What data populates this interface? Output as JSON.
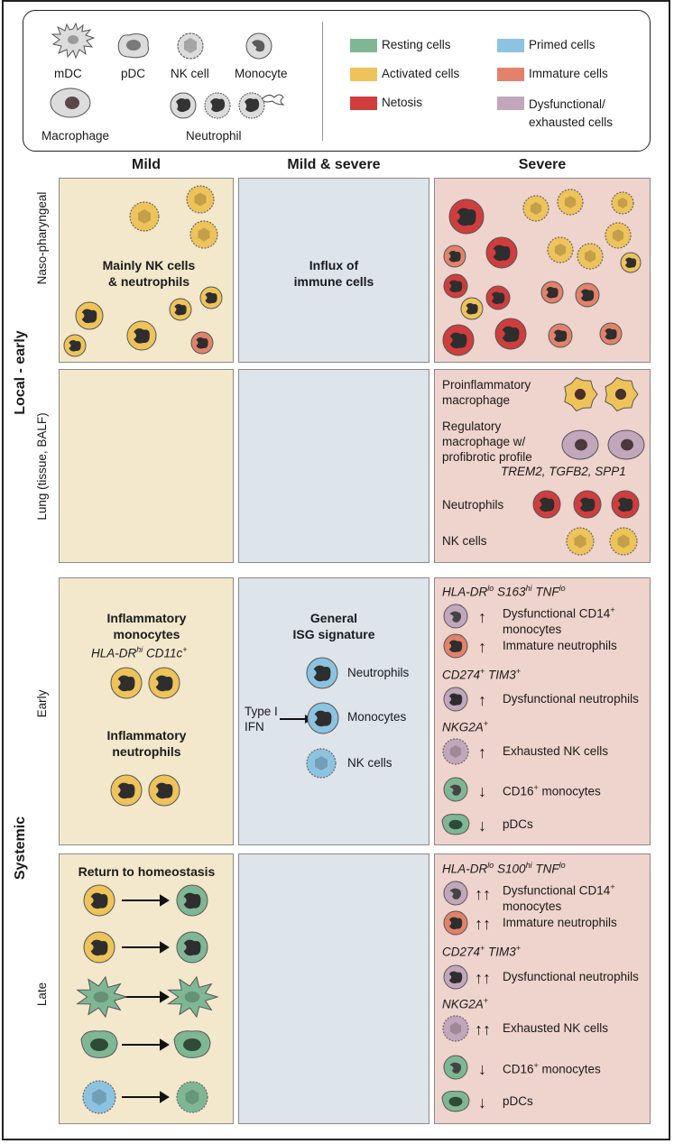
{
  "legend": {
    "cell_types": [
      "mDC",
      "pDC",
      "NK cell",
      "Monocyte",
      "Macrophage",
      "Neutrophil"
    ],
    "states": [
      {
        "label": "Resting cells",
        "color": "#7fb795"
      },
      {
        "label": "Primed cells",
        "color": "#8cc3e0"
      },
      {
        "label": "Activated cells",
        "color": "#eec35a"
      },
      {
        "label": "Immature cells",
        "color": "#e2826a"
      },
      {
        "label": "Netosis",
        "color": "#cf3d3d"
      },
      {
        "label": "Dysfunctional/\nexhausted cells",
        "color": "#c2a7bc"
      }
    ]
  },
  "columns": {
    "mild": "Mild",
    "both": "Mild & severe",
    "severe": "Severe"
  },
  "rows": {
    "local": "Local - early",
    "nasopharyngeal": "Naso-pharyngeal",
    "lung": "Lung (tissue, BALF)",
    "systemic": "Systemic",
    "early": "Early",
    "late": "Late"
  },
  "naso": {
    "mild_text": "Mainly NK cells\n& neutrophils",
    "both_text": "Influx of\nimmune cells"
  },
  "lung": {
    "proinflammatory": "Proinflammatory\nmacrophage",
    "regulatory": "Regulatory\nmacrophage w/\nprofibrotic profile",
    "genes": "TREM2, TGFB2, SPP1",
    "neutrophils": "Neutrophils",
    "nk": "NK cells"
  },
  "early": {
    "mild_title1": "Inflammatory\nmonocytes",
    "mild_markers_a": "HLA-DR",
    "mild_markers_a_sup": "hi",
    "mild_markers_b": " CD11c",
    "mild_markers_b_sup": "+",
    "mild_title2": "Inflammatory\nneutrophils",
    "both_title": "General\nISG signature",
    "type1": "Type I\nIFN",
    "both_items": [
      "Neutrophils",
      "Monocytes",
      "NK cells"
    ]
  },
  "severe_early": {
    "m1": "HLA-DR",
    "m1sup": "lo",
    "m2": " S163",
    "m2sup": "hi",
    "m3": " TNF",
    "m3sup": "lo",
    "dys_cd14a": "Dysfunctional CD14",
    "dys_cd14b": "monocytes",
    "imm": "Immature neutrophils",
    "cd274": "CD274",
    "tim3": " TIM3",
    "dysneu": "Dysfunctional neutrophils",
    "nkg2a": "NKG2A",
    "exh": "Exhausted NK cells",
    "cd16": "CD16",
    "cd16b": " monocytes",
    "pdc": "pDCs",
    "plus": "+",
    "up": "↑",
    "down": "↓"
  },
  "severe_late": {
    "m2": " S100",
    "upup": "↑↑"
  },
  "late": {
    "mild_title": "Return to homeostasis"
  }
}
